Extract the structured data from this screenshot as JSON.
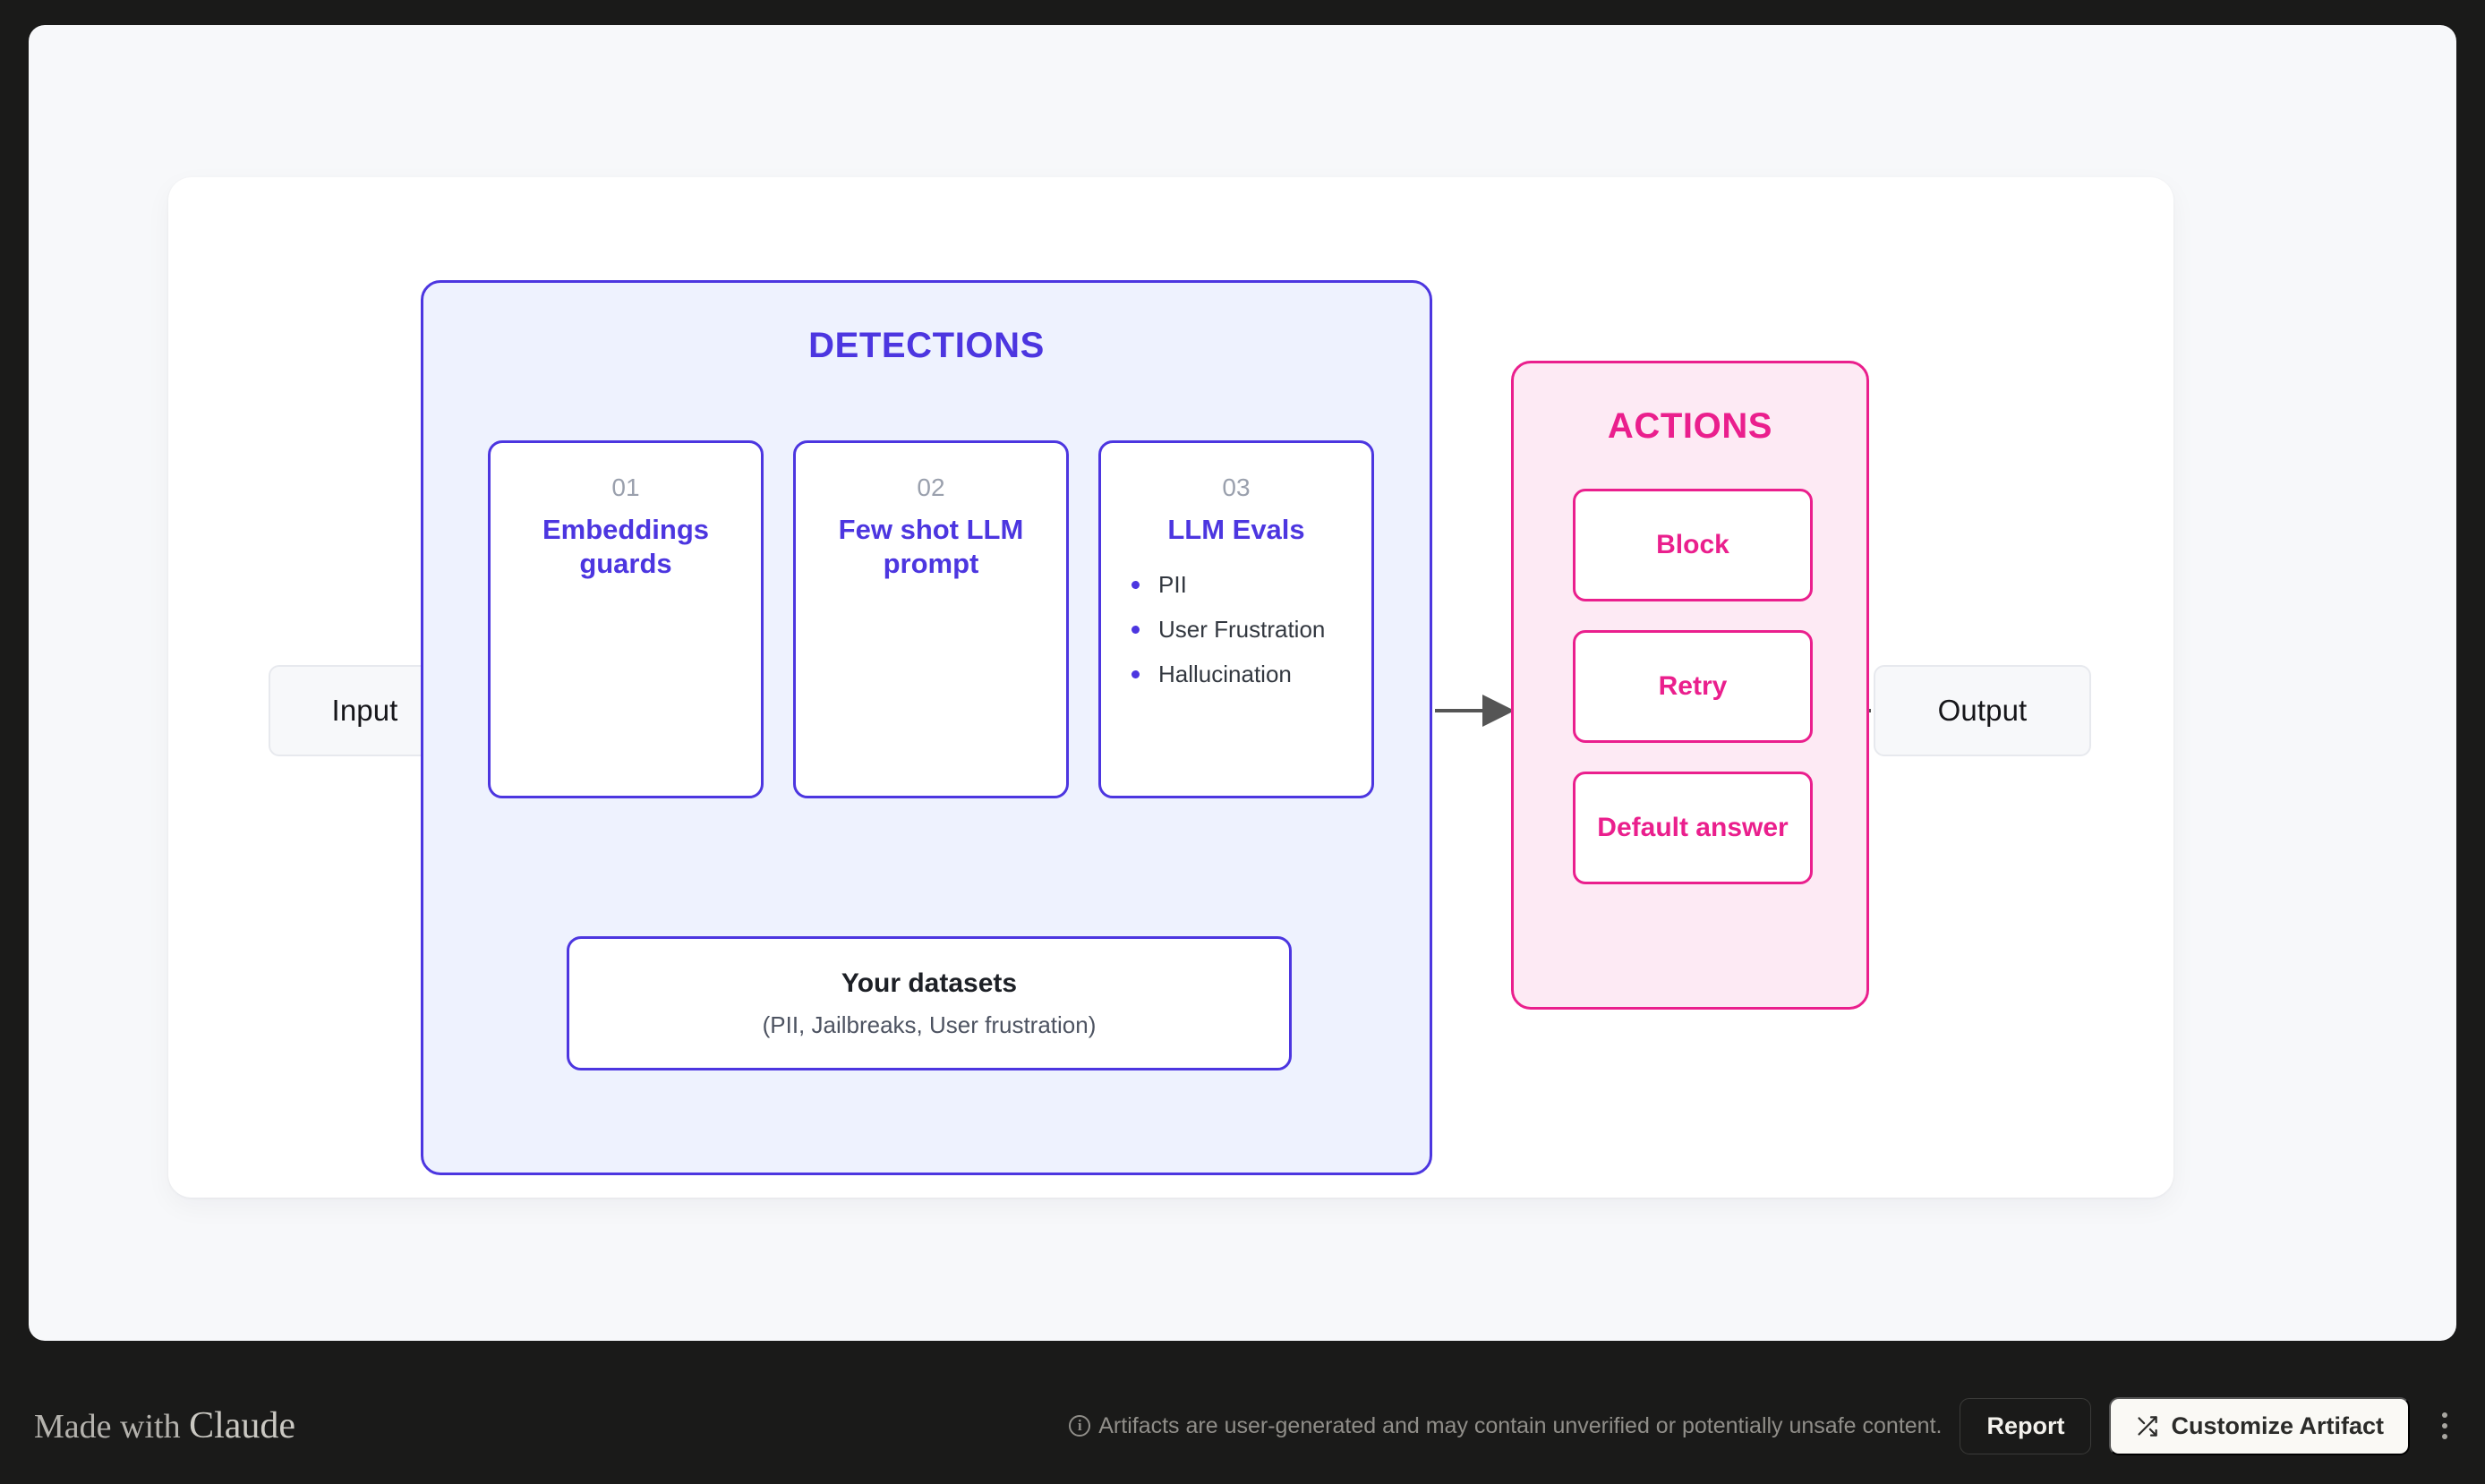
{
  "diagram": {
    "input_label": "Input",
    "output_label": "Output",
    "detections": {
      "title": "DETECTIONS",
      "accent_color": "#4C36E0",
      "background_color": "#EEF2FE",
      "cards": [
        {
          "number": "01",
          "name": "Embeddings guards",
          "items": []
        },
        {
          "number": "02",
          "name": "Few shot LLM prompt",
          "items": []
        },
        {
          "number": "03",
          "name": "LLM Evals",
          "items": [
            "PII",
            "User Frustration",
            "Hallucination"
          ]
        }
      ],
      "datasets": {
        "title": "Your datasets",
        "subtitle": "(PII, Jailbreaks, User frustration)"
      }
    },
    "actions": {
      "title": "ACTIONS",
      "accent_color": "#EA1F8D",
      "background_color": "#FDEAF4",
      "items": [
        "Block",
        "Retry",
        "Default answer"
      ]
    }
  },
  "footer": {
    "made_with_prefix": "Made with ",
    "made_with_brand": "Claude",
    "disclaimer": "Artifacts are user-generated and may contain unverified or potentially unsafe content.",
    "report_label": "Report",
    "customize_label": "Customize Artifact",
    "info_glyph": "i",
    "shuffle_icon": "shuffle-icon",
    "menu_icon": "kebab-menu-icon"
  }
}
